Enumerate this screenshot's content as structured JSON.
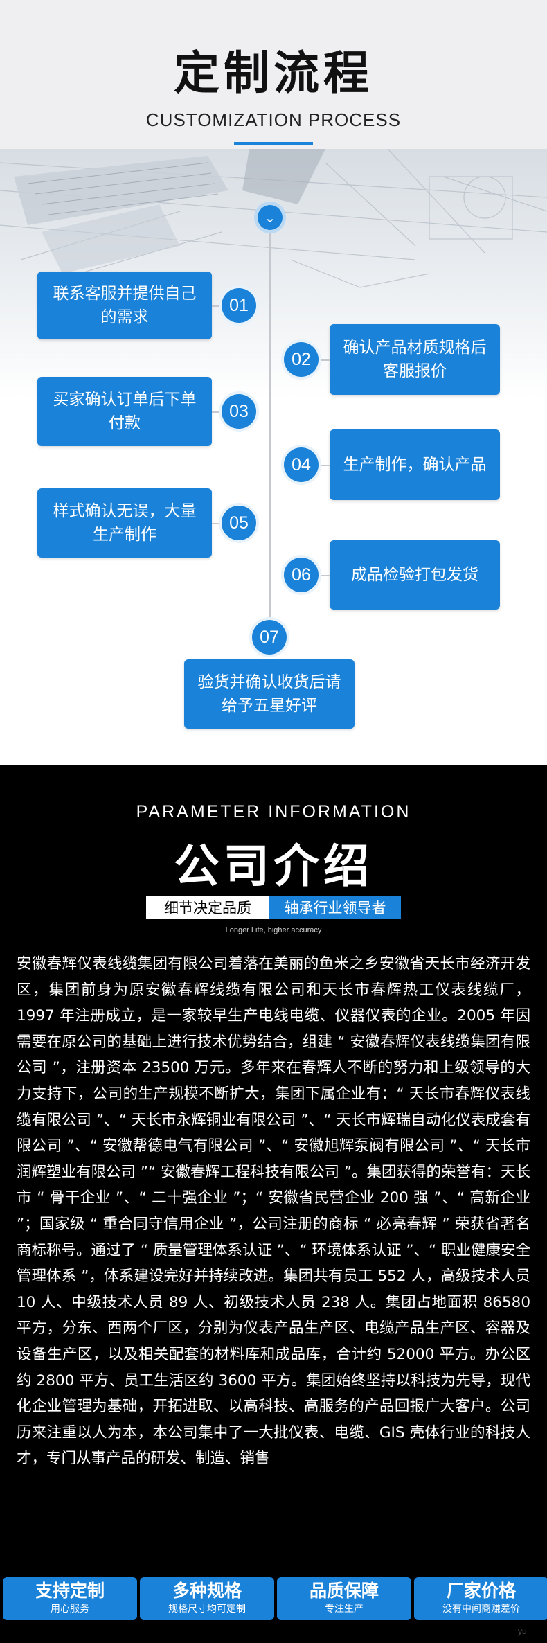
{
  "process": {
    "title": "定制流程",
    "subtitle": "CUSTOMIZATION PROCESS",
    "top_icon": "double-chevron-down-icon",
    "steps": [
      {
        "num": "01",
        "text": "联系客服并提供自己的需求"
      },
      {
        "num": "02",
        "text": "确认产品材质规格后客服报价"
      },
      {
        "num": "03",
        "text": "买家确认订单后下单付款"
      },
      {
        "num": "04",
        "text": "生产制作，确认产品"
      },
      {
        "num": "05",
        "text": "样式确认无误，大量生产制作"
      },
      {
        "num": "06",
        "text": "成品检验打包发货"
      },
      {
        "num": "07",
        "text": "验货并确认收货后请给予五星好评"
      }
    ]
  },
  "intro": {
    "param_label": "PARAMETER INFORMATION",
    "title": "公司介绍",
    "tag_left": "细节决定品质",
    "tag_right": "轴承行业领导者",
    "tagline": "Longer Life, higher accuracy",
    "body": "安徽春辉仪表线缆集团有限公司着落在美丽的鱼米之乡安徽省天长市经济开发区，集团前身为原安徽春辉线缆有限公司和天长市春辉热工仪表线缆厂，1997 年注册成立，是一家较早生产电线电缆、仪器仪表的企业。2005 年因需要在原公司的基础上进行技术优势结合，组建 “ 安徽春辉仪表线缆集团有限公司 ”，注册资本 23500 万元。多年来在春辉人不断的努力和上级领导的大力支持下，公司的生产规模不断扩大，集团下属企业有：“ 天长市春辉仪表线缆有限公司 ”、“ 天长市永辉铜业有限公司 ”、“ 天长市辉瑞自动化仪表成套有限公司 ”、“ 安徽帮德电气有限公司 ”、“ 安徽旭辉泵阀有限公司 ”、“ 天长市润辉塑业有限公司 ”“ 安徽春辉工程科技有限公司 ”。集团获得的荣誉有：天长市 “ 骨干企业 ”、“ 二十强企业 ”；“ 安徽省民营企业 200 强 ”、“ 高新企业 ”；国家级 “ 重合同守信用企业 ”，公司注册的商标 “ 必亮春辉 ” 荣获省著名商标称号。通过了 “ 质量管理体系认证 ”、“ 环境体系认证 ”、“ 职业健康安全管理体系 ”，体系建设完好并持续改进。集团共有员工 552 人，高级技术人员 10 人、中级技术人员 89 人、初级技术人员 238 人。集团占地面积 86580 平方，分东、西两个厂区，分别为仪表产品生产区、电缆产品生产区、容器及设备生产区，以及相关配套的材料库和成品库，合计约 52000 平方。办公区约 2800 平方、员工生活区约 3600 平方。集团始终坚持以科技为先导，现代化企业管理为基础，开拓进取、以高科技、高服务的产品回报广大客户。公司历来注重以人为本，本公司集中了一大批仪表、电缆、GIS 壳体行业的科技人才，专门从事产品的研发、制造、销售"
  },
  "badges": [
    {
      "title": "支持定制",
      "sub": "用心服务"
    },
    {
      "title": "多种规格",
      "sub": "规格尺寸均可定制"
    },
    {
      "title": "品质保障",
      "sub": "专注生产"
    },
    {
      "title": "厂家价格",
      "sub": "没有中间商赚差价"
    }
  ],
  "watermarks": {
    "top": "",
    "bottom": "yu"
  },
  "colors": {
    "accent": "#1a82d8",
    "timeline": "#c5c9cf",
    "dark_bg": "#000000",
    "header_bg": "#efeff1"
  }
}
